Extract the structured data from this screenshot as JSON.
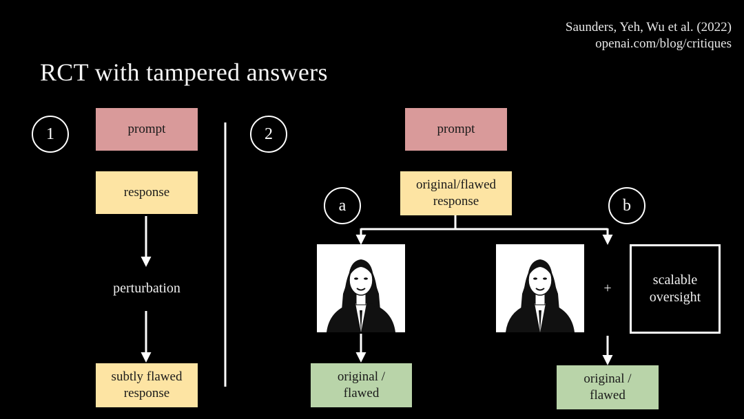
{
  "title": "RCT with tampered answers",
  "citation": {
    "line1": "Saunders, Yeh, Wu et al. (2022)",
    "line2": "openai.com/blog/critiques"
  },
  "colors": {
    "prompt": "#d99a9a",
    "response": "#fde4a3",
    "result": "#b9d4a9",
    "background": "#000000"
  },
  "panel1": {
    "number": "1",
    "prompt": "prompt",
    "response": "response",
    "perturbation": "perturbation",
    "flawed_line1": "subtly flawed",
    "flawed_line2": "response"
  },
  "panel2": {
    "number": "2",
    "prompt": "prompt",
    "response_line1": "original/flawed",
    "response_line2": "response",
    "branch_a": "a",
    "branch_b": "b",
    "plus": "+",
    "oversight_line1": "scalable",
    "oversight_line2": "oversight",
    "result_a_line1": "original /",
    "result_a_line2": "flawed",
    "result_b_line1": "original /",
    "result_b_line2": "flawed"
  }
}
